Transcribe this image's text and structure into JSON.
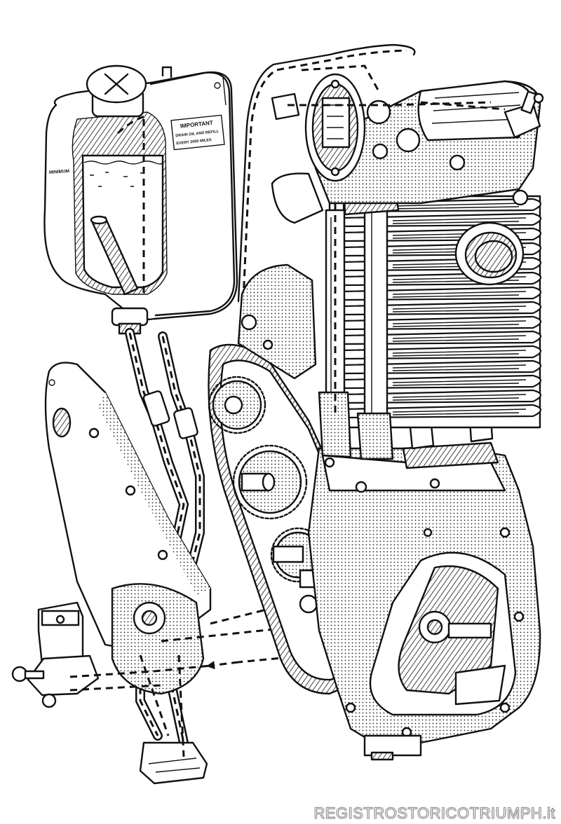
{
  "diagram": {
    "tank_label": [
      "IMPORTANT",
      "DRAIN OIL AND REFILL",
      "EVERY 2000 MILES"
    ],
    "level_label": "MINIMUM"
  },
  "watermark": "REGISTROSTORICOTRIUMPH.it"
}
